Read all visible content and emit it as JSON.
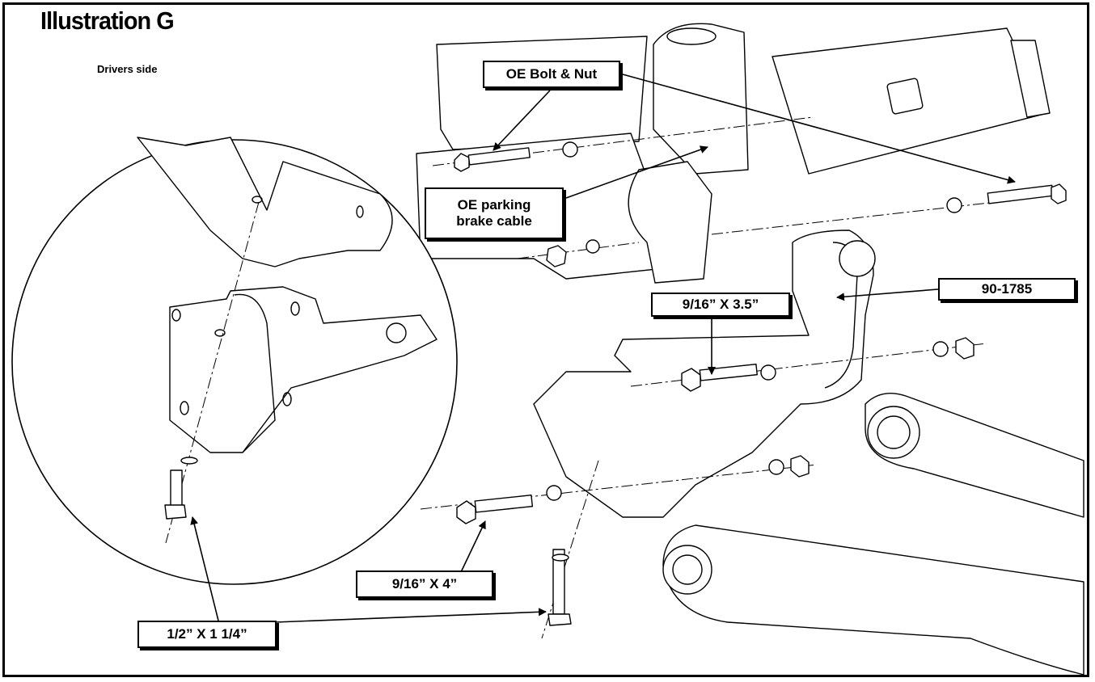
{
  "title": "Illustration G",
  "subtitle": "Drivers side",
  "callouts": {
    "oe_bolt_nut": "OE Bolt & Nut",
    "oe_parking_line1": "OE parking",
    "oe_parking_line2": "brake cable",
    "part_number": "90-1785",
    "bolt_9_16_3_5": "9/16” X 3.5”",
    "bolt_9_16_4": "9/16” X 4”",
    "bolt_1_2_1_25": "1/2” X 1 1/4”"
  },
  "colors": {
    "line": "#000000",
    "fill": "#ffffff"
  }
}
